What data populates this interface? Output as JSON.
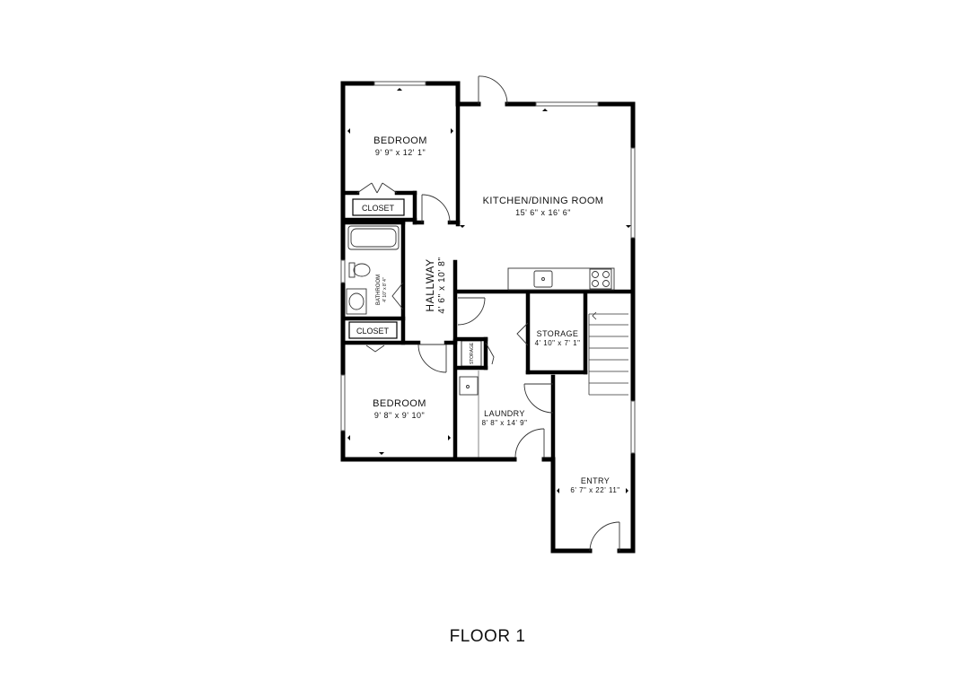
{
  "floor_title": "FLOOR 1",
  "colors": {
    "wall": "#000000",
    "background": "#ffffff",
    "fixture": "#333333"
  },
  "rooms": {
    "bedroom_top": {
      "name": "BEDROOM",
      "dims": "9' 9\" x 12' 1\""
    },
    "kitchen_dining": {
      "name": "KITCHEN/DINING ROOM",
      "dims": "15' 6\" x 16' 6\""
    },
    "closet_top": {
      "name": "CLOSET"
    },
    "hallway": {
      "name": "HALLWAY",
      "dims": "4' 6\" x 10' 8\""
    },
    "bathroom": {
      "name": "BATHROOM",
      "dims": "4' 10\" x 8' 4\""
    },
    "closet_mid": {
      "name": "CLOSET"
    },
    "storage_small": {
      "name": "STORAGE"
    },
    "storage": {
      "name": "STORAGE",
      "dims": "4' 10\" x 7' 1\""
    },
    "bedroom_bottom": {
      "name": "BEDROOM",
      "dims": "9' 8\" x 9' 10\""
    },
    "laundry": {
      "name": "LAUNDRY",
      "dims": "8' 8\" x 14' 9\""
    },
    "entry": {
      "name": "ENTRY",
      "dims": "6' 7\" x 22' 11\""
    }
  }
}
